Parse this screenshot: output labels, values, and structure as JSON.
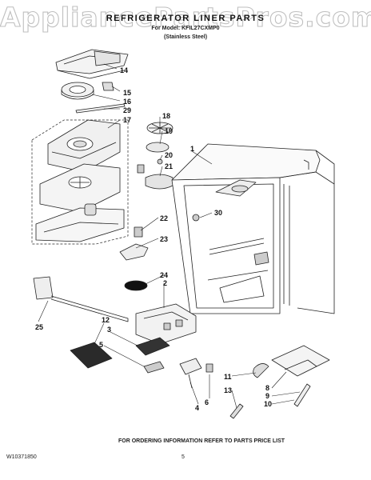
{
  "header": {
    "watermark": "AppliancePartsPros.com",
    "title": "REFRIGERATOR LINER PARTS",
    "model_line": "For Model: KFIL27CXMP0",
    "finish_line": "(Stainless Steel)"
  },
  "callouts": [
    "14",
    "15",
    "16",
    "29",
    "17",
    "18",
    "19",
    "20",
    "21",
    "1",
    "22",
    "30",
    "23",
    "24",
    "2",
    "25",
    "12",
    "3",
    "5",
    "11",
    "8",
    "9",
    "10",
    "13",
    "4",
    "6"
  ],
  "footer": {
    "doc_number": "W10371850",
    "page_number": "5",
    "ordering_note": "FOR ORDERING INFORMATION REFER TO PARTS PRICE LIST"
  }
}
